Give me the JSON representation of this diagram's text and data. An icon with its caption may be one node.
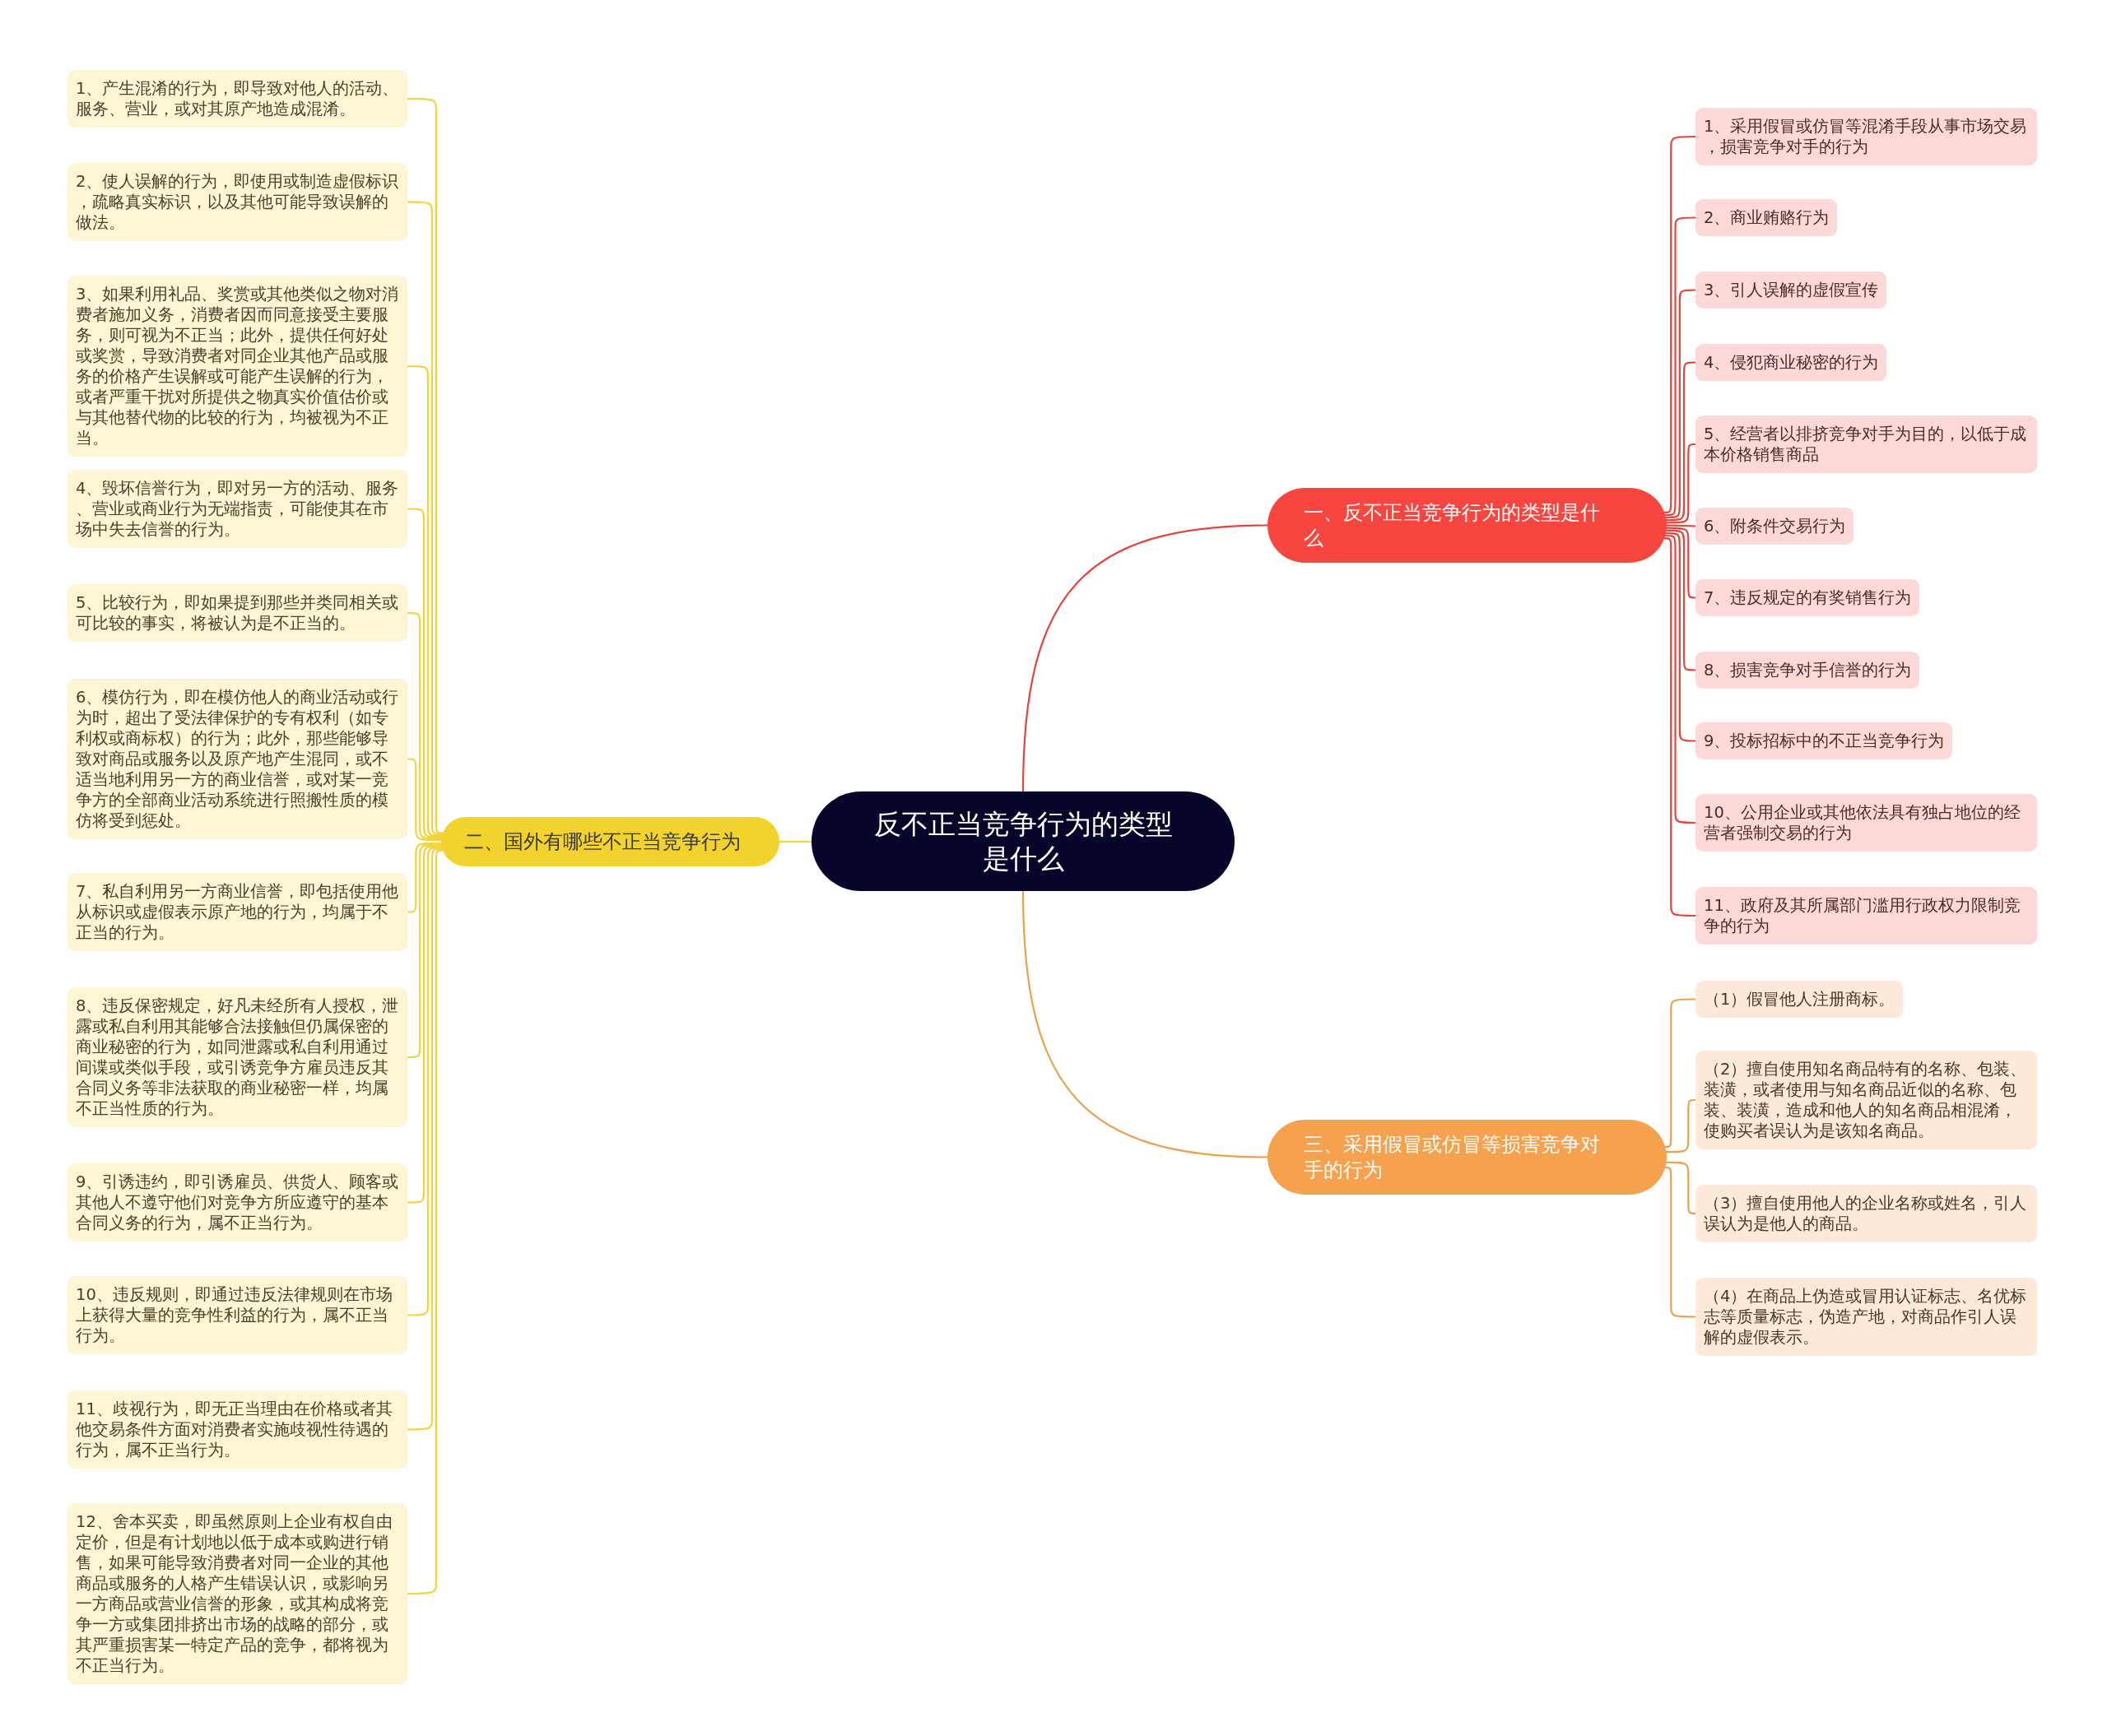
{
  "diagram": {
    "nodes": [
      {
        "text": [
          "反不正当竞争行为的类型是什么"
        ]
      },
      {
        "text": [
          "一、反不正当竞争行为的类型是什么"
        ]
      },
      {
        "text": [
          "1、采用假冒或仿冒等混淆手段从事市场交易，损害竞争对手的行为"
        ]
      },
      {
        "text": [
          "2、商业贿赂行为"
        ]
      },
      {
        "text": [
          "3、引人误解的虚假宣传"
        ]
      },
      {
        "text": [
          "4、侵犯商业秘密的行为"
        ]
      },
      {
        "text": [
          "5、经营者以排挤竞争对手为目的，以低于成本价格销售商品"
        ]
      },
      {
        "text": [
          "6、附条件交易行为"
        ]
      },
      {
        "text": [
          "7、违反规定的有奖销售行为"
        ]
      },
      {
        "text": [
          "8、损害竞争对手信誉的行为"
        ]
      },
      {
        "text": [
          "9、投标招标中的不正当竞争行为"
        ]
      },
      {
        "text": [
          "10、公用企业或其他依法具有独占地位的经营者强制交易的行为"
        ]
      },
      {
        "text": [
          "11、政府及其所属部门滥用行政权力限制竞争的行为"
        ]
      },
      {
        "text": [
          "二、国外有哪些不正当竞争行为"
        ]
      },
      {
        "text": [
          "1、产生混淆的行为，即导致对他人的活动、服务、营业，或对其原产地造成混淆。"
        ]
      },
      {
        "text": [
          "2、使人误解的行为，即使用或制造虚假标识，疏略真实标识，以及其他可能导致误解的做法。"
        ]
      },
      {
        "text": [
          "3、如果利用礼品、奖赏或其他类似之物对消费者施加义务，消费者因而同意接受主要服务，则可视为不正当；此外，提供任何好处或奖赏，导致消费者对同企业其他产品或服务的价格产生误解或可能产生误解的行为，或者严重干扰对所提供之物真实价值估价或与其他替代物的比较的行为，均被视为不正当。"
        ]
      },
      {
        "text": [
          "4、毁坏信誉行为，即对另一方的活动、服务、营业或商业行为无端指责，可能使其在市场中失去信誉的行为。"
        ]
      },
      {
        "text": [
          "5、比较行为，即如果提到那些并类同相关或可比较的事实，将被认为是不正当的。"
        ]
      },
      {
        "text": [
          "6、模仿行为，即在模仿他人的商业活动或行为时，超出了受法律保护的专有权利（如专利权或商标权）的行为；此外，那些能够导致对商品或服务以及原产地产生混同，或不适当地利用另一方的商业信誉，或对某一竞争方的全部商业活动系统进行照搬性质的模仿将受到惩处。"
        ]
      },
      {
        "text": [
          "7、私自利用另一方商业信誉，即包括使用他从标识或虚假表示原产地的行为，均属于不正当的行为。"
        ]
      },
      {
        "text": [
          "8、违反保密规定，好凡未经所有人授权，泄露或私自利用其能够合法接触但仍属保密的商业秘密的行为，如同泄露或私自利用通过间谍或类似手段，或引诱竞争方雇员违反其合同义务等非法获取的商业秘密一样，均属不正当性质的行为。"
        ]
      },
      {
        "text": [
          "9、引诱违约，即引诱雇员、供货人、顾客或其他人不遵守他们对竞争方所应遵守的基本合同义务的行为，属不正当行为。"
        ]
      },
      {
        "text": [
          "10、违反规则，即通过违反法律规则在市场上获得大量的竞争性利益的行为，属不正当行为。"
        ]
      },
      {
        "text": [
          "11、歧视行为，即无正当理由在价格或者其他交易条件方面对消费者实施歧视性待遇的行为，属不正当行为。"
        ]
      },
      {
        "text": [
          "12、舍本买卖，即虽然原则上企业有权自由定价，但是有计划地以低于成本或购进行销售，如果可能导致消费者对同一企业的其他商品或服务的人格产生错误认识，或影响另一方商品或营业信誉的形象，或其构成将竞争一方或集团排挤出市场的战略的部分，或其严重损害某一特定产品的竞争，都将视为不正当行为。"
        ]
      },
      {
        "text": [
          "三、采用假冒或仿冒等损害竞争对手的行为"
        ]
      },
      {
        "text": [
          "（1）假冒他人注册商标。"
        ]
      },
      {
        "text": [
          "（2）擅自使用知名商品特有的名称、包装、装潢，或者使用与知名商品近似的名称、包装、装潢，造成和他人的知名商品相混淆，使购买者误认为是该知名商品。"
        ]
      },
      {
        "text": [
          "（3）擅自使用他人的企业名称或姓名，引人误认为是他人的商品。"
        ]
      },
      {
        "text": [
          "（4）在商品上伪造或冒用认证标志、名优标志等质量标志，伪造产地，对商品作引人误解的虚假表示。"
        ]
      }
    ],
    "edges": [
      {
        "from": 0,
        "to": 1,
        "arrow": "none",
        "color": "#e2443e"
      },
      {
        "from": 1,
        "to": 2,
        "arrow": "none",
        "color": "#e2443e"
      },
      {
        "from": 1,
        "to": 3,
        "arrow": "none",
        "color": "#e2443e"
      },
      {
        "from": 1,
        "to": 4,
        "arrow": "none",
        "color": "#e2443e"
      },
      {
        "from": 1,
        "to": 5,
        "arrow": "none",
        "color": "#e2443e"
      },
      {
        "from": 1,
        "to": 6,
        "arrow": "none",
        "color": "#e2443e"
      },
      {
        "from": 1,
        "to": 7,
        "arrow": "none",
        "color": "#e2443e"
      },
      {
        "from": 1,
        "to": 8,
        "arrow": "none",
        "color": "#e2443e"
      },
      {
        "from": 1,
        "to": 9,
        "arrow": "none",
        "color": "#e2443e"
      },
      {
        "from": 1,
        "to": 10,
        "arrow": "none",
        "color": "#e2443e"
      },
      {
        "from": 1,
        "to": 11,
        "arrow": "none",
        "color": "#e2443e"
      },
      {
        "from": 1,
        "to": 12,
        "arrow": "none",
        "color": "#e2443e"
      },
      {
        "from": 0,
        "to": 13,
        "arrow": "none"
      },
      {
        "from": 13,
        "to": 14,
        "arrow": "none"
      },
      {
        "from": 13,
        "to": 15,
        "arrow": "none"
      },
      {
        "from": 13,
        "to": 16,
        "arrow": "none"
      },
      {
        "from": 13,
        "to": 17,
        "arrow": "none"
      },
      {
        "from": 13,
        "to": 18,
        "arrow": "none"
      },
      {
        "from": 13,
        "to": 19,
        "arrow": "none"
      },
      {
        "from": 13,
        "to": 20,
        "arrow": "none"
      },
      {
        "from": 13,
        "to": 21,
        "arrow": "none"
      },
      {
        "from": 13,
        "to": 22,
        "arrow": "none"
      },
      {
        "from": 13,
        "to": 23,
        "arrow": "none"
      },
      {
        "from": 13,
        "to": 24,
        "arrow": "none"
      },
      {
        "from": 13,
        "to": 25,
        "arrow": "none"
      },
      {
        "from": 0,
        "to": 26,
        "arrow": "none",
        "color": "#eca04c"
      },
      {
        "from": 26,
        "to": 27,
        "arrow": "none",
        "color": "#eca04c"
      },
      {
        "from": 26,
        "to": 28,
        "arrow": "none",
        "color": "#eca04c"
      },
      {
        "from": 26,
        "to": 29,
        "arrow": "none",
        "color": "#eca04c"
      },
      {
        "from": 26,
        "to": 30,
        "arrow": "none",
        "color": "#eca04c"
      }
    ]
  }
}
